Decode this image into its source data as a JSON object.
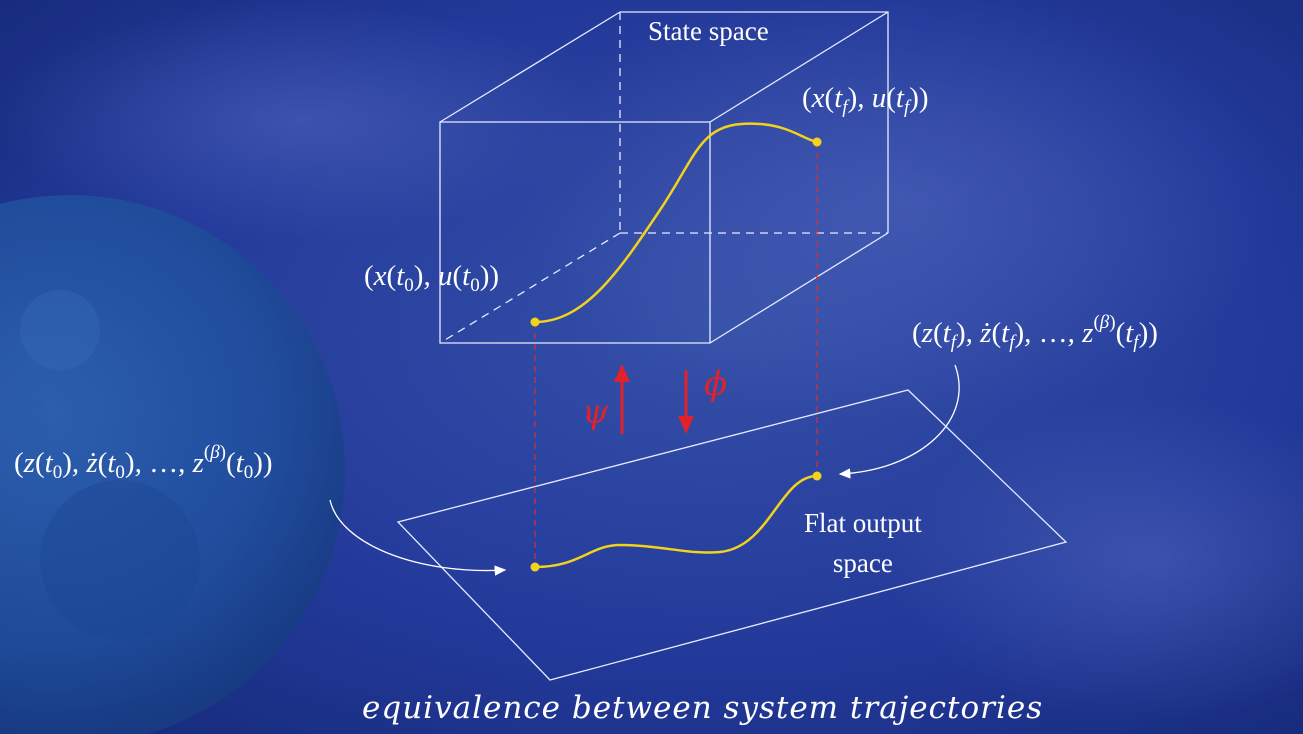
{
  "labels": {
    "state_space": "State space",
    "flat_output_line1": "Flat output",
    "flat_output_line2": "space",
    "caption": "equivalence between system trajectories",
    "psi": "ψ",
    "phi": "ϕ"
  },
  "math_labels": {
    "state_end": "(x(t_f), u(t_f))",
    "state_start": "(x(t_0), u(t_0))",
    "flat_end": "(z(t_f), ż(t_f), …, z^(β)(t_f))",
    "flat_start": "(z(t_0), ż(t_0), …, z^(β)(t_0))"
  },
  "colors": {
    "trajectory": "#f2d21a",
    "mapping_arrows": "#e0222a",
    "projection_lines": "#c8323a",
    "outline": "#ffffff",
    "background": "#1f3a8c"
  }
}
